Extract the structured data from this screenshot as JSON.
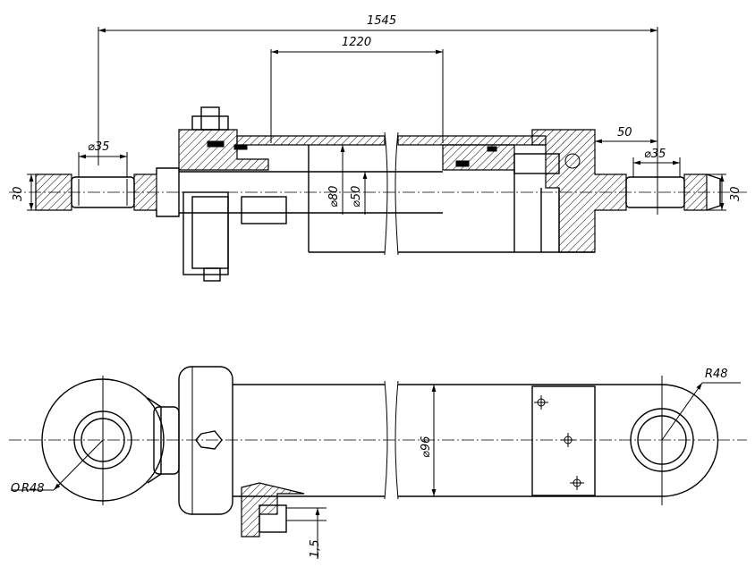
{
  "dimensions": {
    "overall_length": "1545",
    "stroke_length": "1220",
    "rod_end_offset": "50",
    "pin_dia_left": "⌀35",
    "pin_dia_right": "⌀35",
    "eye_width_left": "30",
    "eye_width_right": "30",
    "bore_dia": "⌀80",
    "rod_dia": "⌀50",
    "tube_dia": "⌀96",
    "radius_right": "R48",
    "radius_left": "R48",
    "port_gap": "1,5"
  },
  "symbols": {
    "radius_left_prefix": "O"
  },
  "colors": {
    "line": "#000000",
    "background": "#ffffff"
  }
}
